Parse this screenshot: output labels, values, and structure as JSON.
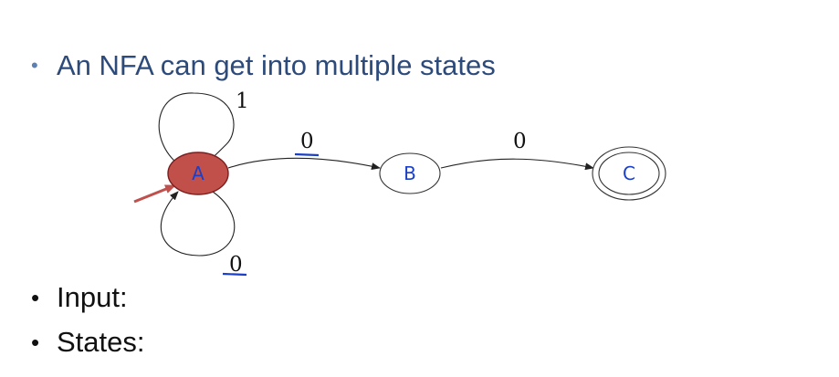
{
  "slide": {
    "title_bullet": "•",
    "title": "An NFA can get into multiple states",
    "bullets": [
      {
        "marker": "•",
        "text": "Input:"
      },
      {
        "marker": "•",
        "text": "States:"
      }
    ]
  },
  "nfa": {
    "states": [
      {
        "id": "A",
        "label": "A",
        "start": true,
        "accepting": false,
        "active": true
      },
      {
        "id": "B",
        "label": "B",
        "start": false,
        "accepting": false,
        "active": false
      },
      {
        "id": "C",
        "label": "C",
        "start": false,
        "accepting": true,
        "active": false
      }
    ],
    "transitions": [
      {
        "from": "A",
        "to": "A",
        "symbol": "1"
      },
      {
        "from": "A",
        "to": "A",
        "symbol": "0"
      },
      {
        "from": "A",
        "to": "B",
        "symbol": "0"
      },
      {
        "from": "B",
        "to": "C",
        "symbol": "0"
      }
    ],
    "colors": {
      "active_state_fill": "#c2504a",
      "start_arrow": "#c0504d",
      "annotation_ink": "#1a3fc8",
      "title_text": "#2c4a7a"
    }
  }
}
